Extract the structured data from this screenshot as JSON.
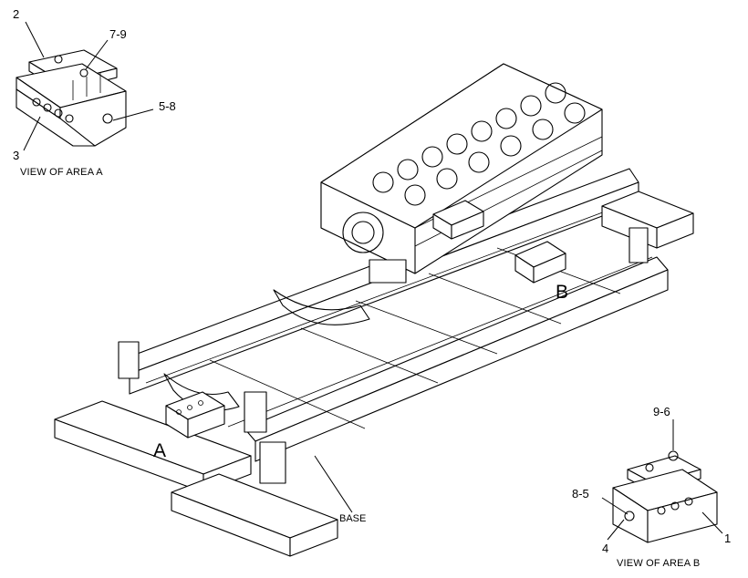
{
  "callouts": {
    "a_top": "2",
    "a_right_top": "7-9",
    "a_right_mid": "5-8",
    "a_bottom": "3",
    "b_top": "9-6",
    "b_left": "8-5",
    "b_bottom": "4",
    "b_right": "1"
  },
  "views": {
    "area_a": "VIEW OF AREA  A",
    "area_b": "VIEW OF AREA  B"
  },
  "area_markers": {
    "a": "A",
    "b": "B"
  },
  "base_label": "BASE"
}
